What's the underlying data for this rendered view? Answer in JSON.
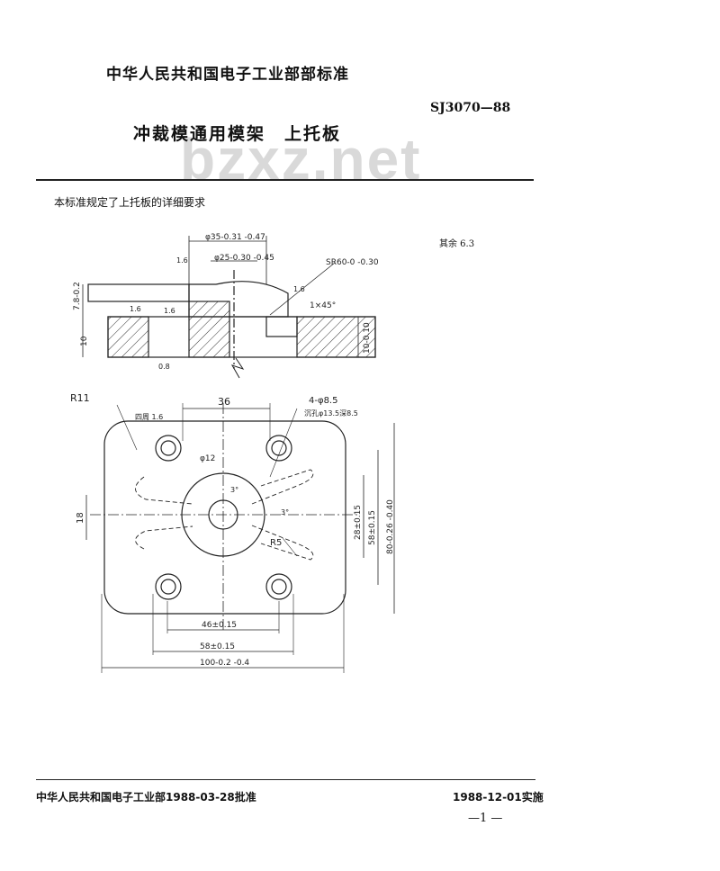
{
  "header": {
    "organization": "中华人民共和国电子工业部部标准",
    "standard_code": "SJ3070—88",
    "title": "冲裁模通用模架　上托板",
    "watermark": "bzxz.net"
  },
  "intro": "本标准规定了上托板的详细要求",
  "drawing": {
    "surface_note": "其余 6.3",
    "section": {
      "dim_d35": "φ35-0.31 -0.47",
      "dim_d25": "φ25-0.30 -0.45",
      "dim_sr": "SR60-0 -0.30",
      "chamfer": "1×45°",
      "height_78": "7.8-0.2",
      "height_10": "10",
      "height_10b": "10-0.10",
      "rough_16a": "1.6",
      "rough_16b": "1.6",
      "rough_16c": "1.6",
      "rough_16d": "1.6",
      "rough_08": "0.8"
    },
    "plan": {
      "corner_radius": "R11",
      "around_note": "四周 1.6",
      "dim_36": "36",
      "holes": "4-φ8.5",
      "counterbore": "沉孔φ13.5深8.5",
      "center_hole": "φ12",
      "angle1": "3°",
      "angle2": "3°",
      "slot_radius": "R5",
      "dim_18": "18",
      "dim_28": "28±0.15",
      "dim_58v": "58±0.15",
      "dim_80": "80-0.26 -0.40",
      "dim_46": "46±0.15",
      "dim_58h": "58±0.15",
      "dim_100": "100-0.2 -0.4"
    }
  },
  "footer": {
    "approval": "中华人民共和国电子工业部1988-03-28批准",
    "implementation": "1988-12-01实施",
    "page_number": "—1 —"
  }
}
